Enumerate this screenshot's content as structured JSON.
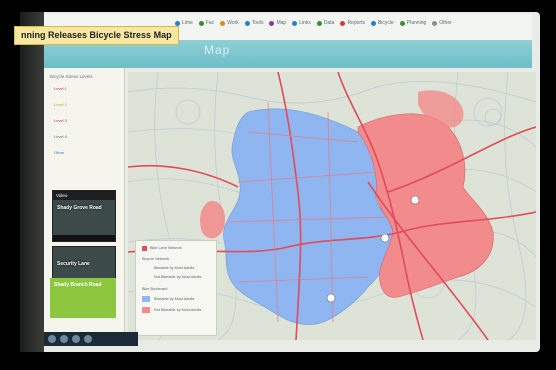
{
  "video_title": "nning Releases Bicycle Stress Map",
  "site_title": "Map",
  "bookmarks": [
    {
      "label": "Lime",
      "color": "#2b7bd3"
    },
    {
      "label": "Fac",
      "color": "#3a8c3a"
    },
    {
      "label": "Work",
      "color": "#d98c1f"
    },
    {
      "label": "Tools",
      "color": "#2b7bd3"
    },
    {
      "label": "Map",
      "color": "#8c3a8c"
    },
    {
      "label": "Links",
      "color": "#2b7bd3"
    },
    {
      "label": "Data",
      "color": "#3a8c3a"
    },
    {
      "label": "Reports",
      "color": "#d93a3a"
    },
    {
      "label": "Bicycle",
      "color": "#2b7bd3"
    },
    {
      "label": "Planning",
      "color": "#3a8c3a"
    },
    {
      "label": "Other",
      "color": "#8c8c8c"
    }
  ],
  "sidebar": {
    "heading": "Bicycle Stress Levels",
    "items": [
      {
        "label": "Level 1",
        "color": "#c23a3a"
      },
      {
        "label": "Level 2",
        "color": "#d4a017"
      },
      {
        "label": "Level 3",
        "color": "#c23a3a"
      },
      {
        "label": "Level 4",
        "color": "#3a8c3a"
      },
      {
        "label": "Other",
        "color": "#2b7bd3"
      }
    ]
  },
  "videos": [
    {
      "caption": "Video",
      "label": "Shady Grove Road"
    },
    {
      "caption": "",
      "label": "Security Lane"
    },
    {
      "caption": "",
      "label": "Shady Branch Road"
    }
  ],
  "legend": {
    "title": "Bike Lane Network",
    "section1": "Bicycle Network",
    "rows1": [
      "Bikeable by Most Adults",
      "Not Bikeable by Most Adults"
    ],
    "section2": "Bike Boulevard",
    "rows2": [
      "Bikeable by Most Adults",
      "Not Bikeable by Most Adults"
    ],
    "colors": {
      "low": "#8fb6f0",
      "high": "#f08a8a"
    }
  },
  "colors": {
    "low_stress": "#8fb6f0",
    "high_stress": "#f28b8b",
    "road": "#e14b5a",
    "map_bg": "#dde3d6"
  }
}
